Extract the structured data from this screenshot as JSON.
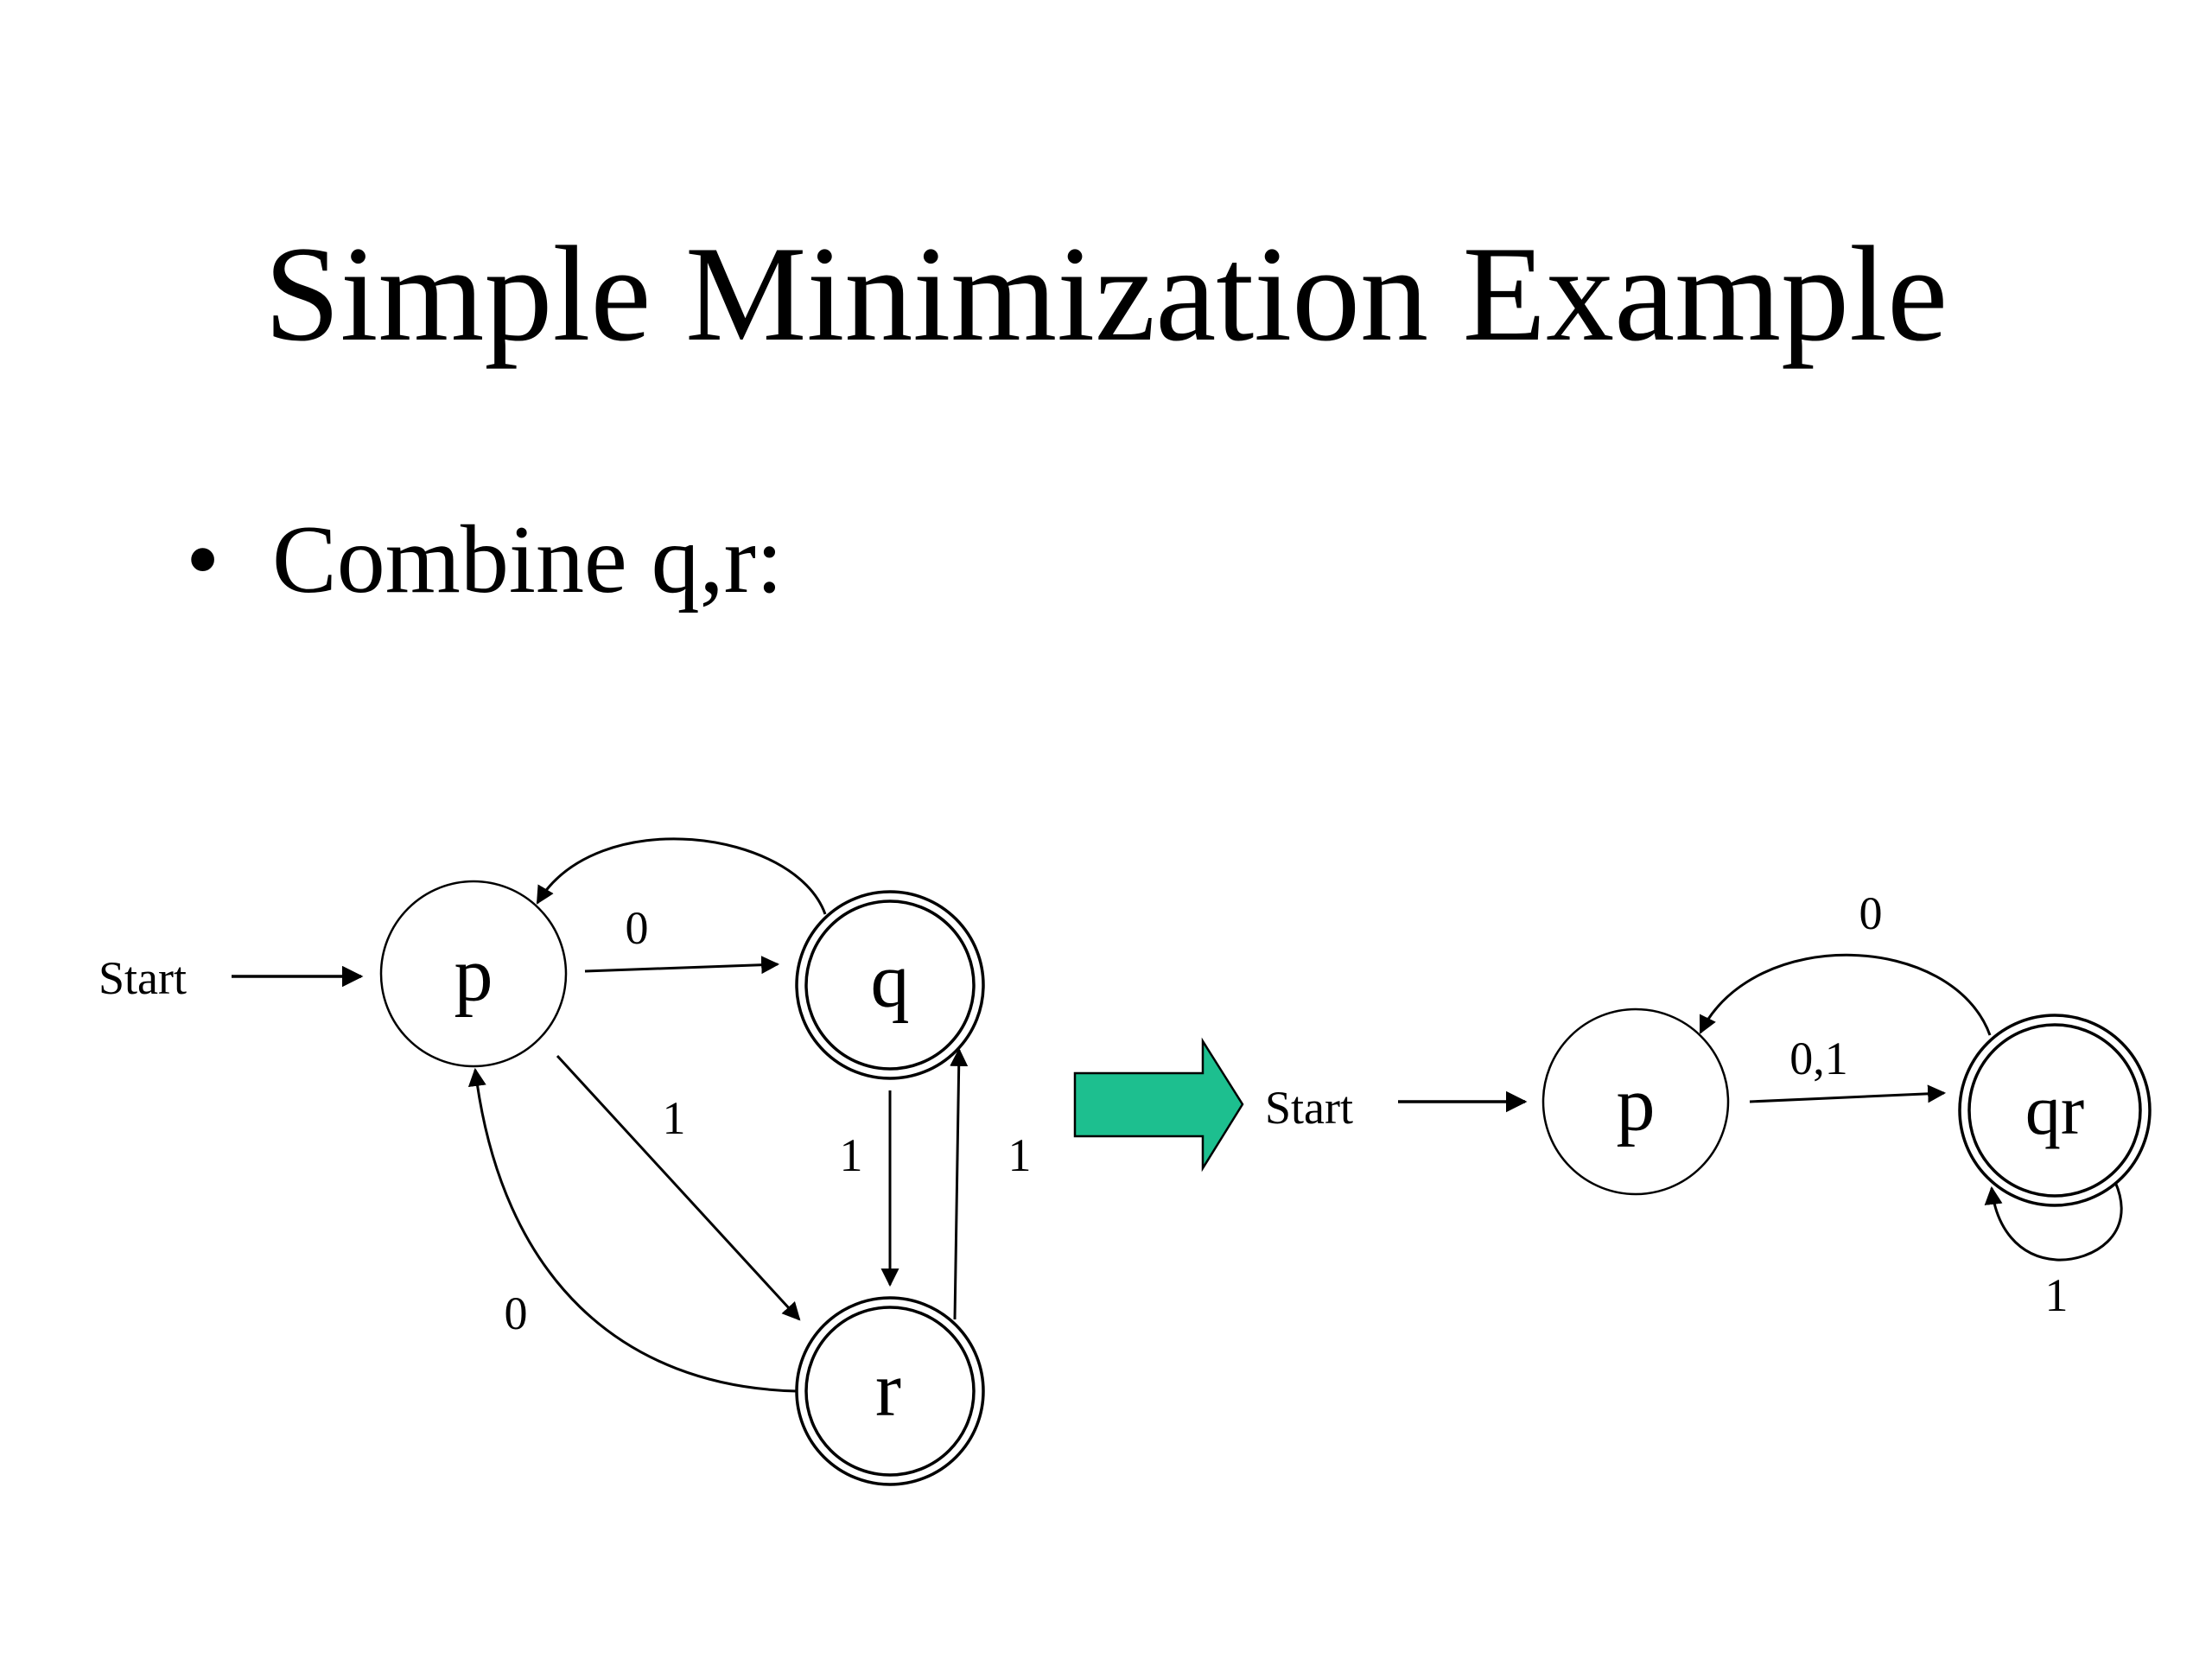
{
  "slide": {
    "title": "Simple Minimization Example",
    "bullet_symbol": "•",
    "bullet_text": "Combine q,r:"
  },
  "original_dfa": {
    "start_label": "Start",
    "states": {
      "p": {
        "label": "p",
        "accepting": false
      },
      "q": {
        "label": "q",
        "accepting": true
      },
      "r": {
        "label": "r",
        "accepting": true
      }
    },
    "transitions": {
      "p_to_q": "0",
      "q_to_p": "",
      "p_to_r": "1",
      "q_to_r": "1",
      "r_to_q": "1",
      "r_to_p": "0"
    }
  },
  "minimized_dfa": {
    "start_label": "Start",
    "states": {
      "p": {
        "label": "p",
        "accepting": false
      },
      "qr": {
        "label": "qr",
        "accepting": true
      }
    },
    "transitions": {
      "p_to_qr": "0,1",
      "qr_to_p": "0",
      "qr_self": "1"
    }
  },
  "colors": {
    "arrow_fill": "#1dbf8f",
    "stroke": "#000000"
  }
}
